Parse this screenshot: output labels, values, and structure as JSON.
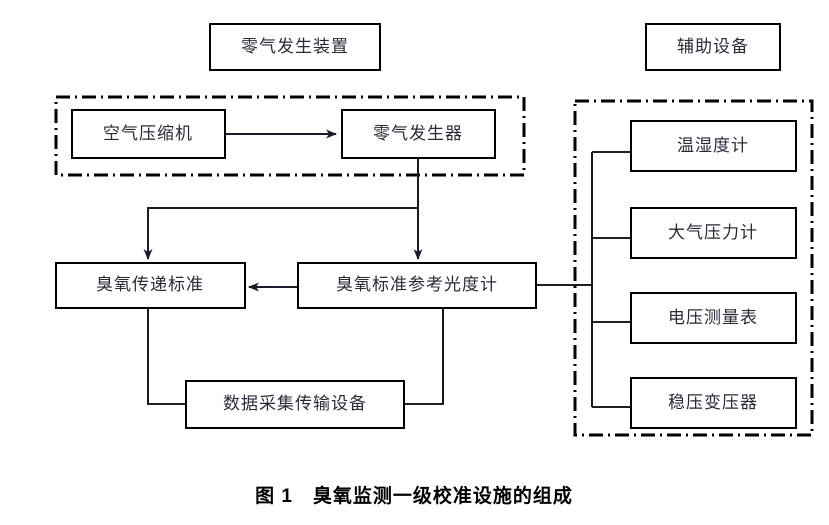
{
  "figure": {
    "caption": "图 1　臭氧监测一级校准设施的组成",
    "caption_number": "图 1",
    "caption_title": "臭氧监测一级校准设施的组成"
  },
  "groups": [
    {
      "id": "zero-air-generation-unit",
      "title": "零气发生装置",
      "border": "dash-dot"
    },
    {
      "id": "auxiliary-equipment",
      "title": "辅助设备",
      "border": "dash-dot"
    }
  ],
  "nodes": {
    "air_compressor": "空气压缩机",
    "zero_air_generator": "零气发生器",
    "ozone_transfer_standard": "臭氧传递标准",
    "ozone_reference_photometer": "臭氧标准参考光度计",
    "data_acquisition": "数据采集传输设备",
    "thermo_hygrometer": "温湿度计",
    "barometer": "大气压力计",
    "voltage_meter": "电压测量表",
    "voltage_stabilizer": "稳压变压器"
  },
  "colors": {
    "background": "#ffffff",
    "box_stroke": "#000000",
    "text": "#2a2a3a",
    "connector": "#1a1a2a"
  }
}
